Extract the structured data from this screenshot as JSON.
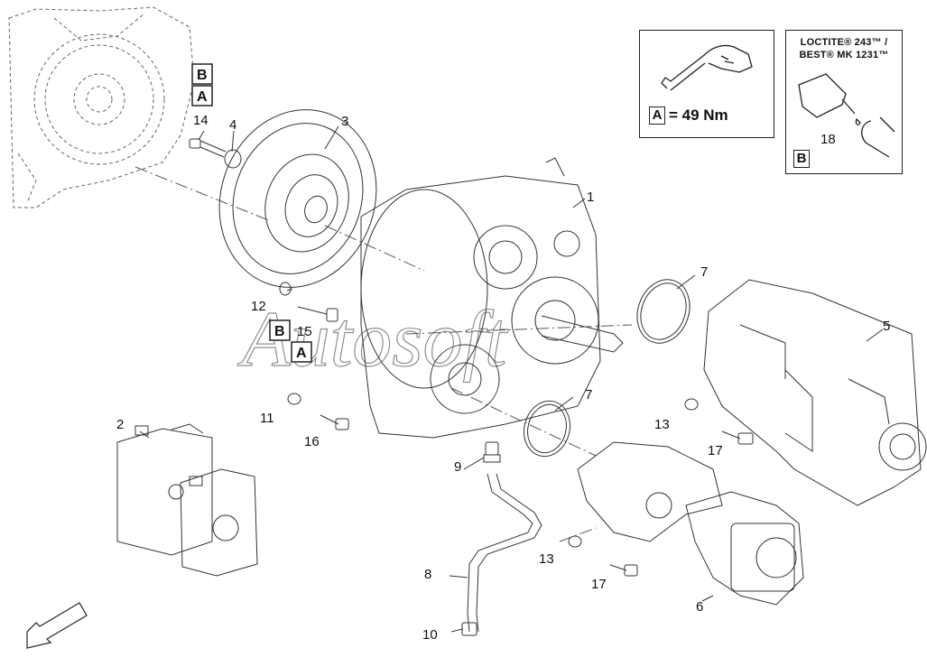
{
  "watermark": "Autosoft",
  "legend": {
    "torque_letter": "A",
    "torque_value": "= 49 Nm",
    "loctite_line1": "LOCTITE® 243™ /",
    "loctite_line2": "BEST® MK 1231™",
    "loctite_callout": "18",
    "loctite_letter": "B"
  },
  "callouts": {
    "c1": "1",
    "c2": "2",
    "c3": "3",
    "c4": "4",
    "c5": "5",
    "c6": "6",
    "c7a": "7",
    "c7b": "7",
    "c8": "8",
    "c9": "9",
    "c10": "10",
    "c11": "11",
    "c12": "12",
    "c13a": "13",
    "c13b": "13",
    "c14": "14",
    "c15": "15",
    "c16": "16",
    "c17a": "17",
    "c17b": "17"
  },
  "boxed": {
    "top_b": "B",
    "top_a": "A",
    "mid_b": "B",
    "mid_a": "A"
  },
  "icons": [
    "wrench-hand-icon",
    "loctite-bottle-icon",
    "direction-arrow-icon"
  ]
}
